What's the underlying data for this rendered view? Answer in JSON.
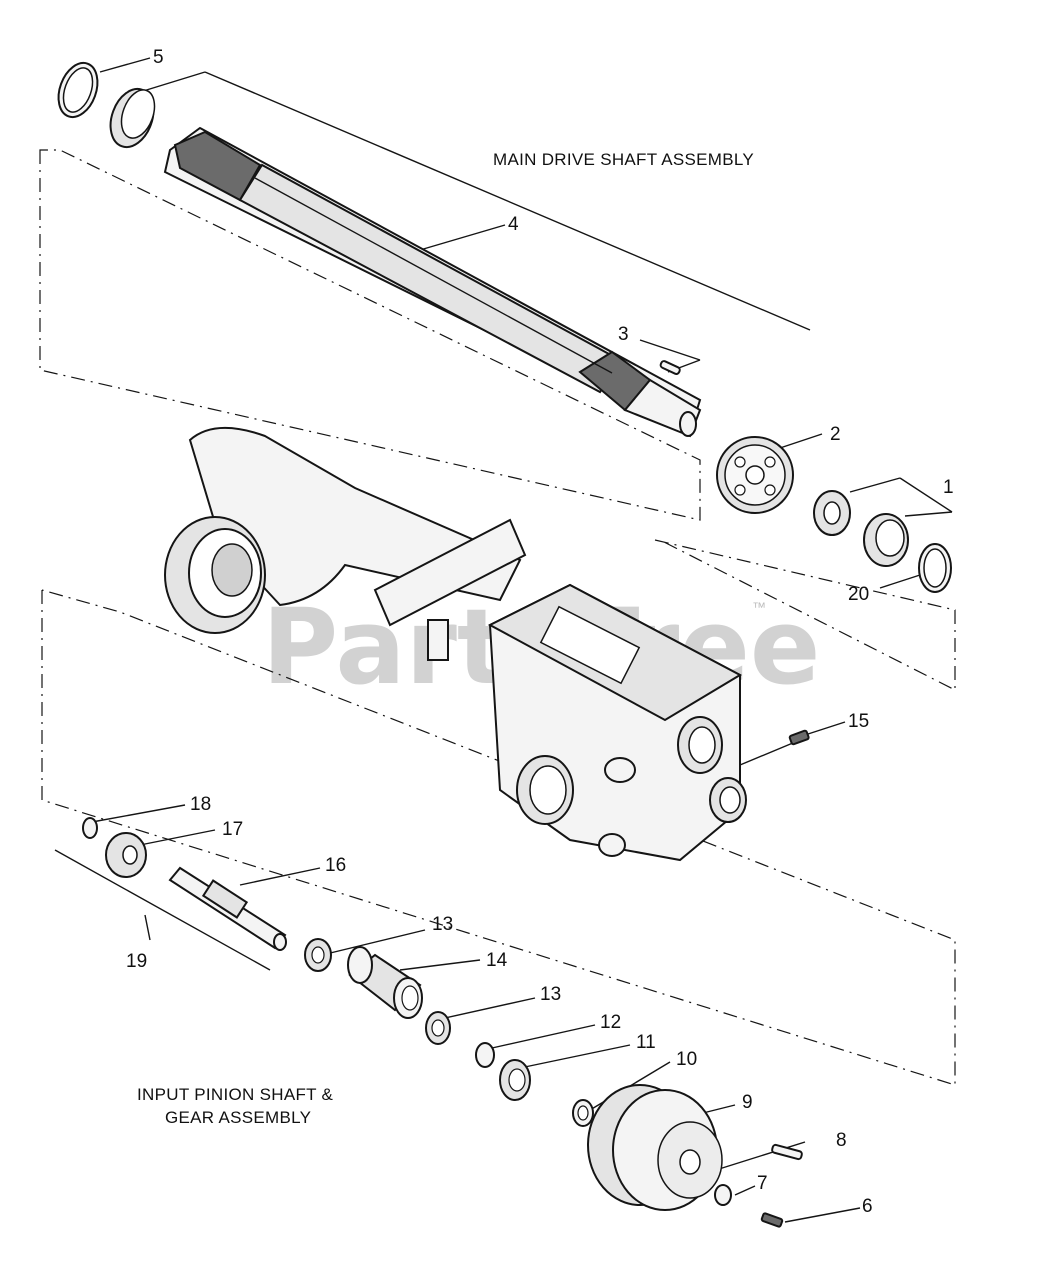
{
  "captions": {
    "main_drive": "MAIN DRIVE SHAFT ASSEMBLY",
    "input_pinion_line1": "INPUT PINION SHAFT &",
    "input_pinion_line2": "GEAR ASSEMBLY"
  },
  "watermark": {
    "text": "PartsTree",
    "trademark": "™"
  },
  "callouts": {
    "c1": "1",
    "c2": "2",
    "c3": "3",
    "c4": "4",
    "c5": "5",
    "c6": "6",
    "c7": "7",
    "c8": "8",
    "c9": "9",
    "c10": "10",
    "c11": "11",
    "c12": "12",
    "c13a": "13",
    "c13b": "13",
    "c14": "14",
    "c15": "15",
    "c16": "16",
    "c17": "17",
    "c18": "18",
    "c19": "19",
    "c20": "20"
  }
}
